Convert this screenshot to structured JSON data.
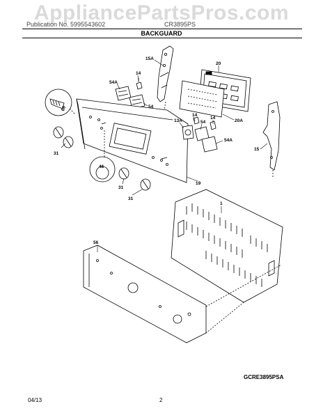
{
  "watermark": "AppliancePartsPros.com",
  "header": {
    "left_text": "Publication No. 5995543602",
    "right_text": "CR3895PS",
    "title": "BACKGUARD"
  },
  "parts": {
    "p15A": "15A",
    "p14a": "14",
    "p54Aa": "54A",
    "p54a": "54",
    "p20": "20",
    "p20A": "20A",
    "p69": "69",
    "p31a": "31",
    "p13A": "13A",
    "p14b": "14",
    "p54b": "54",
    "p14c": "14",
    "p54Ab": "54A",
    "p15": "15",
    "p46": "46",
    "p31b": "31",
    "p31c": "31",
    "p19": "19",
    "p1": "1",
    "p56": "56"
  },
  "model_code": "GCRE3895PSA",
  "footer": {
    "date": "04/13",
    "page": "2"
  }
}
